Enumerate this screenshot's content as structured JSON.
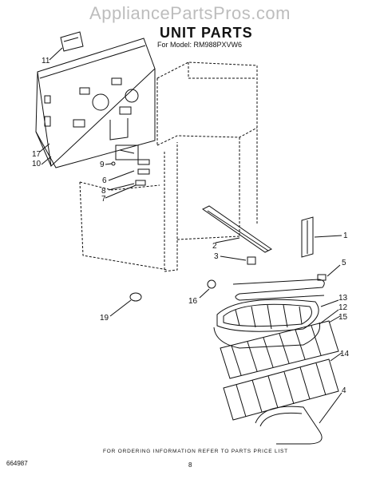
{
  "watermark": "AppliancePartsPros.com",
  "header": {
    "title": "UNIT PARTS",
    "model_prefix": "For Model:",
    "model_number": "RM988PXVW6"
  },
  "callouts": {
    "c1": "1",
    "c2": "2",
    "c3": "3",
    "c4": "4",
    "c5": "5",
    "c6": "6",
    "c7": "7",
    "c8": "8",
    "c9": "9",
    "c10": "10",
    "c11": "11",
    "c12": "12",
    "c13": "13",
    "c14": "14",
    "c15": "15",
    "c16": "16",
    "c17": "17",
    "c19": "19"
  },
  "footer": {
    "doc_number": "664987",
    "note": "FOR ORDERING INFORMATION REFER TO PARTS PRICE LIST",
    "page": "8"
  }
}
